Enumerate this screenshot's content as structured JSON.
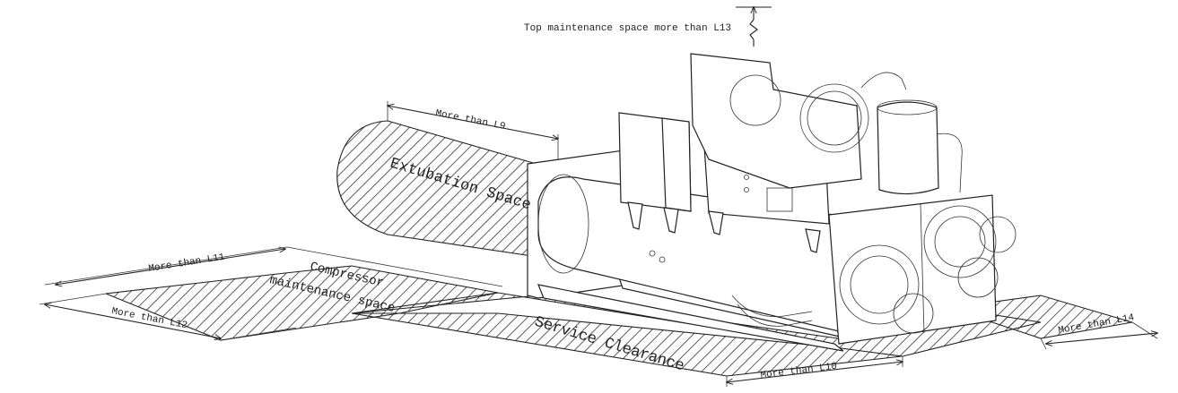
{
  "diagram": {
    "labels": {
      "top_space": "Top maintenance space more than L13",
      "l9": "More than L9",
      "extubation": "Extubation Space",
      "l11": "More than L11",
      "compressor_line1": "Compressor",
      "compressor_line2": "maintenance space",
      "l12": "More than L12",
      "service": "Service Clearance",
      "l10": "More than L10",
      "l14": "More than L14"
    },
    "colors": {
      "line": "#222222",
      "hatch": "#333333",
      "background": "#ffffff"
    }
  }
}
